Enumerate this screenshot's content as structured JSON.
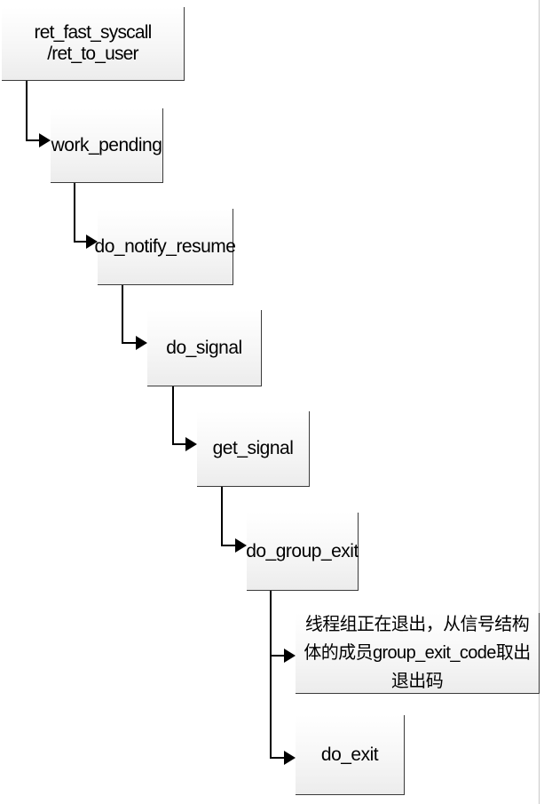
{
  "diagram": {
    "title": "",
    "nodes": [
      {
        "id": "ret_fast_syscall",
        "label": "ret_fast_syscall /ret_to_user"
      },
      {
        "id": "work_pending",
        "label": "work_pending"
      },
      {
        "id": "do_notify_resume",
        "label": "do_notify_resume"
      },
      {
        "id": "do_signal",
        "label": "do_signal"
      },
      {
        "id": "get_signal",
        "label": "get_signal"
      },
      {
        "id": "do_group_exit",
        "label": "do_group_exit"
      },
      {
        "id": "group_exit_note",
        "label": "线程组正在退出，从信号结构体的成员group_exit_code取出退出码"
      },
      {
        "id": "do_exit",
        "label": "do_exit"
      }
    ],
    "edges": [
      {
        "from": "ret_fast_syscall",
        "to": "work_pending"
      },
      {
        "from": "work_pending",
        "to": "do_notify_resume"
      },
      {
        "from": "do_notify_resume",
        "to": "do_signal"
      },
      {
        "from": "do_signal",
        "to": "get_signal"
      },
      {
        "from": "get_signal",
        "to": "do_group_exit"
      },
      {
        "from": "do_group_exit",
        "to": "group_exit_note"
      },
      {
        "from": "do_group_exit",
        "to": "do_exit"
      }
    ],
    "colors": {
      "line": "#000000",
      "box_border": "#3a3a3a",
      "box_fill": "#f4f4f4"
    }
  }
}
